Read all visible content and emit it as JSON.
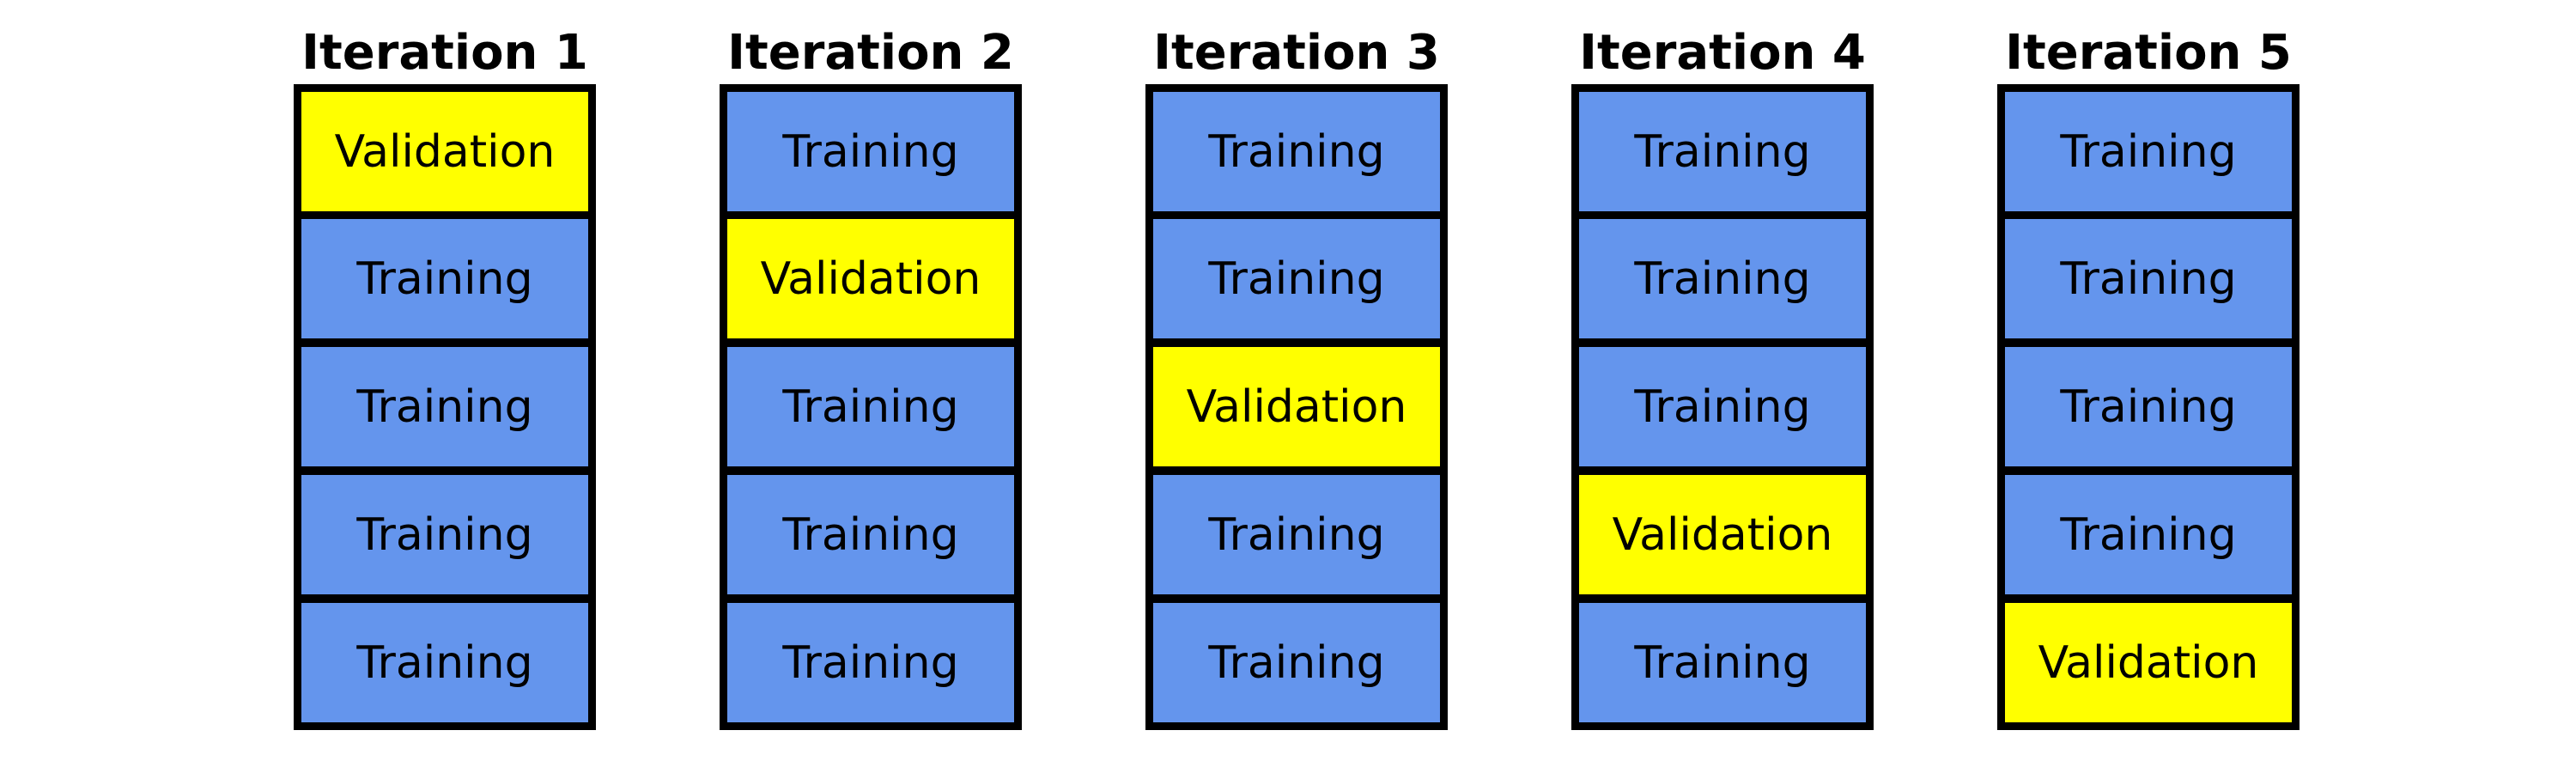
{
  "colors": {
    "training": "#6495ed",
    "validation": "#ffff00",
    "border": "#000000"
  },
  "iterations": [
    {
      "title": "Iteration 1",
      "folds": [
        "Validation",
        "Training",
        "Training",
        "Training",
        "Training"
      ]
    },
    {
      "title": "Iteration 2",
      "folds": [
        "Training",
        "Validation",
        "Training",
        "Training",
        "Training"
      ]
    },
    {
      "title": "Iteration 3",
      "folds": [
        "Training",
        "Training",
        "Validation",
        "Training",
        "Training"
      ]
    },
    {
      "title": "Iteration 4",
      "folds": [
        "Training",
        "Training",
        "Training",
        "Validation",
        "Training"
      ]
    },
    {
      "title": "Iteration 5",
      "folds": [
        "Training",
        "Training",
        "Training",
        "Training",
        "Validation"
      ]
    }
  ]
}
